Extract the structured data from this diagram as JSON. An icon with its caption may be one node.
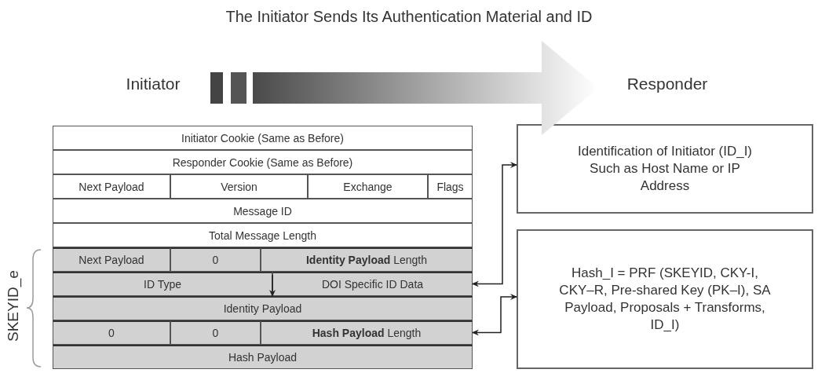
{
  "diagram": {
    "title": "The Initiator Sends Its Authentication Material and ID",
    "nodes": [
      {
        "text": [
          "Initiator"
        ]
      },
      {
        "text": [
          "Responder"
        ]
      },
      {
        "text": [
          "Initiator Cookie (Same as Before)"
        ]
      },
      {
        "text": [
          "Responder Cookie (Same as Before)"
        ]
      },
      {
        "text": [
          "Next Payload"
        ]
      },
      {
        "text": [
          "Version"
        ]
      },
      {
        "text": [
          "Exchange"
        ]
      },
      {
        "text": [
          "Flags"
        ]
      },
      {
        "text": [
          "Message ID"
        ]
      },
      {
        "text": [
          "Total Message Length"
        ]
      },
      {
        "text": [
          "Next Payload"
        ]
      },
      {
        "text": [
          "0"
        ]
      },
      {
        "text": [
          "**Identity Payload** Length"
        ]
      },
      {
        "text": [
          "ID Type"
        ]
      },
      {
        "text": [
          "DOI Specific ID Data"
        ]
      },
      {
        "text": [
          "Identity Payload"
        ]
      },
      {
        "text": [
          "0"
        ]
      },
      {
        "text": [
          "0"
        ]
      },
      {
        "text": [
          "**Hash Payload** Length"
        ]
      },
      {
        "text": [
          "Hash Payload"
        ]
      },
      {
        "text": [
          "Identification of Initiator (ID_I)",
          "Such as Host Name or IP Address"
        ]
      },
      {
        "text": [
          "Hash_I = PRF (SKEYID, CKY-I, CKY–R, Pre-shared Key (PK–I), SA Payload, Proposals + Transforms, ID_I)"
        ]
      }
    ],
    "edges": [
      {
        "from": 0,
        "to": 1,
        "arrow": "to"
      },
      {
        "from": 14,
        "to": 20,
        "arrow": "both"
      },
      {
        "from": 18,
        "to": 21,
        "arrow": "both"
      },
      {
        "from": 14,
        "to": 15,
        "arrow": "to"
      }
    ],
    "labels": [
      "SKEYID_e"
    ]
  }
}
